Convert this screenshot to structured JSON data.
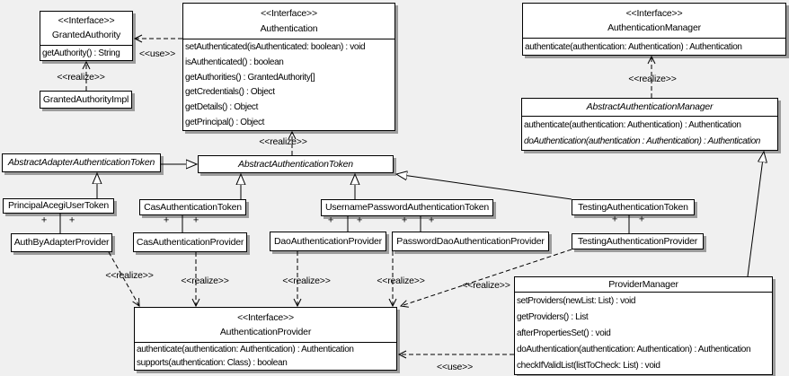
{
  "labels": {
    "realize": "&lt;&lt;realize&gt;&gt;",
    "use": "&lt;&lt;use&gt;&gt;",
    "realize_text": "<<realize>>",
    "use_text": "<<use>>",
    "plus": "+"
  },
  "classes": {
    "granted_authority": {
      "stereotype": "<<Interface>>",
      "name": "GrantedAuthority",
      "methods": [
        "getAuthority() : String"
      ]
    },
    "granted_authority_impl": {
      "name": "GrantedAuthorityImpl"
    },
    "authentication": {
      "stereotype": "<<Interface>>",
      "name": "Authentication",
      "methods": [
        "setAuthenticated(isAuthenticated: boolean) : void",
        "isAuthenticated() : boolean",
        "getAuthorities() : GrantedAuthority[]",
        "getCredentials() : Object",
        "getDetails() : Object",
        "getPrincipal() : Object"
      ]
    },
    "authentication_manager": {
      "stereotype": "<<Interface>>",
      "name": "AuthenticationManager",
      "methods": [
        "authenticate(authentication: Authentication) : Authentication"
      ]
    },
    "abstract_authentication_manager": {
      "name": "AbstractAuthenticationManager",
      "methods": [
        "authenticate(authentication: Authentication) : Authentication",
        "doAuthentication(authentication : Authentication) : Authentication"
      ]
    },
    "abstract_adapter_authentication_token": {
      "name": "AbstractAdapterAuthenticationToken"
    },
    "abstract_authentication_token": {
      "name": "AbstractAuthenticationToken"
    },
    "principal_acegi_user_token": {
      "name": "PrincipalAcegiUserToken"
    },
    "cas_authentication_token": {
      "name": "CasAuthenticationToken"
    },
    "username_password_authentication_token": {
      "name": "UsernamePasswordAuthenticationToken"
    },
    "testing_authentication_token": {
      "name": "TestingAuthenticationToken"
    },
    "auth_by_adapter_provider": {
      "name": "AuthByAdapterProvider"
    },
    "cas_authentication_provider": {
      "name": "CasAuthenticationProvider"
    },
    "dao_authentication_provider": {
      "name": "DaoAuthenticationProvider"
    },
    "password_dao_authentication_provider": {
      "name": "PasswordDaoAuthenticationProvider"
    },
    "testing_authentication_provider": {
      "name": "TestingAuthenticationProvider"
    },
    "authentication_provider": {
      "stereotype": "<<Interface>>",
      "name": "AuthenticationProvider",
      "methods": [
        "authenticate(authentication: Authentication) : Authentication",
        "supports(authentication: Class) : boolean"
      ]
    },
    "provider_manager": {
      "name": "ProviderManager",
      "methods": [
        "setProviders(newList: List) : void",
        "getProviders() : List",
        "afterPropertiesSet() : void",
        "doAuthentication(authentication: Authentication) : Authentication",
        "checkIfValidList(listToCheck: List) : void"
      ]
    }
  }
}
